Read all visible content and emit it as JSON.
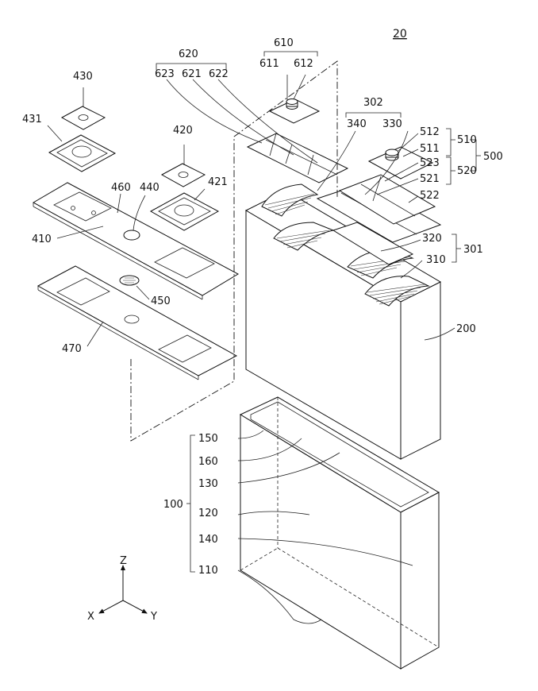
{
  "figure": "20",
  "labels": {
    "l610": "610",
    "l611": "611",
    "l612": "612",
    "l620": "620",
    "l623": "623",
    "l621": "621",
    "l622": "622",
    "l430": "430",
    "l431": "431",
    "l420": "420",
    "l421": "421",
    "l460": "460",
    "l440": "440",
    "l410": "410",
    "l450": "450",
    "l470": "470",
    "l302": "302",
    "l340": "340",
    "l330": "330",
    "l512": "512",
    "l511": "511",
    "l510": "510",
    "l500": "500",
    "l523": "523",
    "l521": "521",
    "l520": "520",
    "l522": "522",
    "l320": "320",
    "l310": "310",
    "l301": "301",
    "l200": "200",
    "l150": "150",
    "l160": "160",
    "l130": "130",
    "l100": "100",
    "l120": "120",
    "l140": "140",
    "l110": "110"
  },
  "axes": {
    "z": "Z",
    "x": "X",
    "y": "Y"
  }
}
